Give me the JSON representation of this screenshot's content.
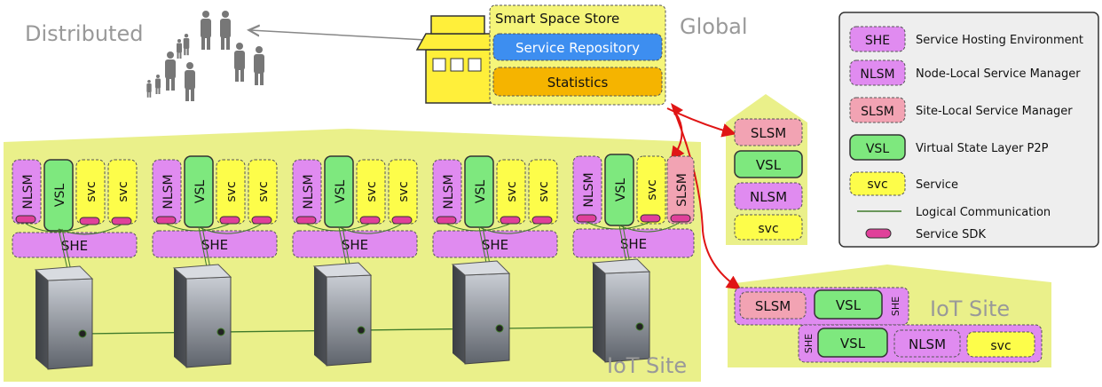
{
  "labels": {
    "distributed": "Distributed",
    "global": "Global",
    "iot_site": "IoT Site"
  },
  "store": {
    "title": "Smart Space Store",
    "repository": "Service Repository",
    "statistics": "Statistics"
  },
  "node": {
    "nlsm": "NLSM",
    "vsl": "VSL",
    "svc": "svc",
    "slsm": "SLSM",
    "she": "SHE"
  },
  "legend": {
    "items": [
      {
        "abbr": "SHE",
        "label": "Service Hosting Environment"
      },
      {
        "abbr": "NLSM",
        "label": "Node-Local Service Manager"
      },
      {
        "abbr": "SLSM",
        "label": "Site-Local Service Manager"
      },
      {
        "abbr": "VSL",
        "label": "Virtual State Layer P2P"
      },
      {
        "abbr": "svc",
        "label": "Service"
      },
      {
        "abbr": "",
        "label": "Logical Communication"
      },
      {
        "abbr": "",
        "label": "Service SDK"
      }
    ]
  },
  "colors": {
    "site_bg": "#eaf08a",
    "she": "#e08bf0",
    "nlsm": "#e08bf0",
    "slsm": "#f2a3b3",
    "vsl": "#7ee87e",
    "svc": "#fdfd4a",
    "repo": "#3d8ef0",
    "stats": "#f5b400",
    "store_bg": "#f5f57a",
    "sdk": "#e0409a",
    "arrow": "#e01515",
    "comm": "#3f7a2a"
  }
}
